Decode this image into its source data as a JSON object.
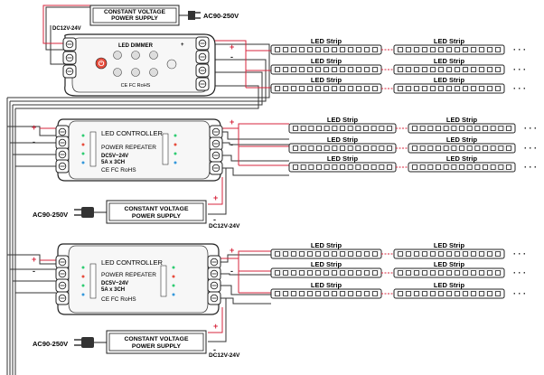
{
  "top_psu": {
    "line1": "CONSTANT VOLTAGE",
    "line2": "POWER SUPPLY",
    "ac_label": "AC90-250V",
    "dc_label": "DC12V-24V"
  },
  "dimmer": {
    "title": "LED DIMMER",
    "cert": "CE FC RoHS",
    "plus": "+"
  },
  "controllers": [
    {
      "title": "LED CONTROLLER",
      "subtitle": "POWER REPEATER",
      "voltage": "DC5V~24V",
      "current": "5A x 3CH",
      "cert": "CE FC RoHS"
    },
    {
      "title": "LED CONTROLLER",
      "subtitle": "POWER REPEATER",
      "voltage": "DC5V~24V",
      "current": "5A x 3CH",
      "cert": "CE FC RoHS"
    }
  ],
  "psus": [
    {
      "line1": "CONSTANT VOLTAGE",
      "line2": "POWER SUPPLY",
      "ac_label": "AC90-250V",
      "dc_label": "DC12V-24V"
    },
    {
      "line1": "CONSTANT VOLTAGE",
      "line2": "POWER SUPPLY",
      "ac_label": "AC90-250V",
      "dc_label": "DC12V-24V"
    }
  ],
  "strip_label": "LED Strip",
  "continuation": "· · ·",
  "strip_rows": [
    {
      "group": "dimmer",
      "index": 0
    },
    {
      "group": "dimmer",
      "index": 1
    },
    {
      "group": "dimmer",
      "index": 2
    },
    {
      "group": "controller1",
      "index": 0
    },
    {
      "group": "controller1",
      "index": 1
    },
    {
      "group": "controller1",
      "index": 2
    },
    {
      "group": "controller2",
      "index": 0
    },
    {
      "group": "controller2",
      "index": 1
    },
    {
      "group": "controller2",
      "index": 2
    }
  ]
}
